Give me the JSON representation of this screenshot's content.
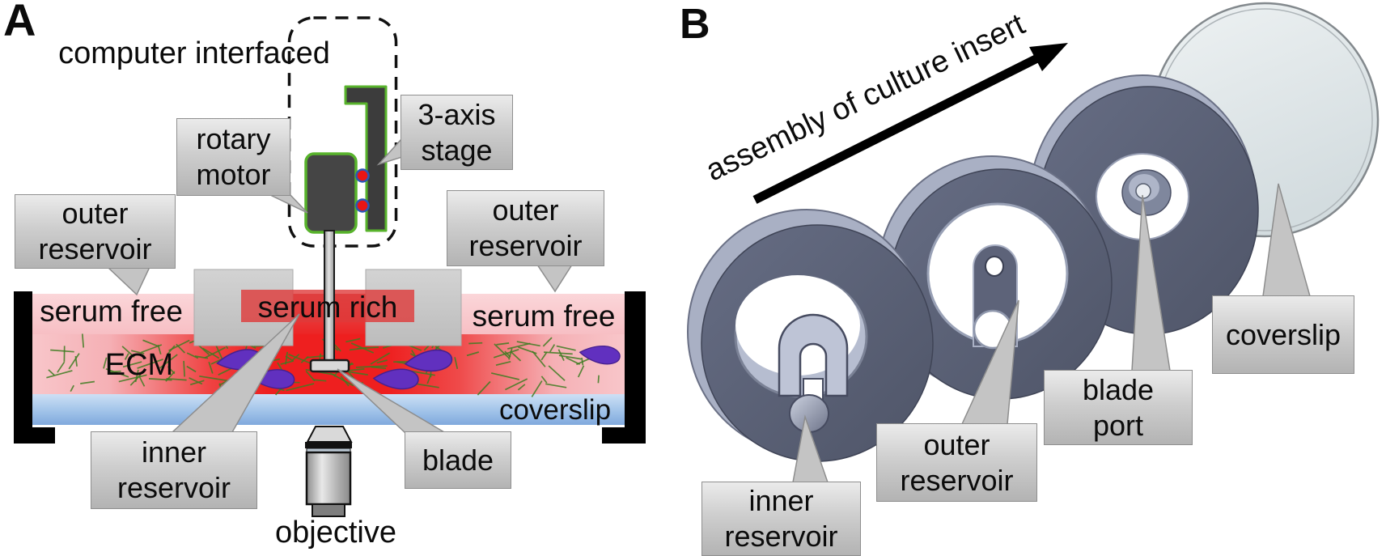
{
  "panel_a": {
    "panel_label": "A",
    "title": "computer interfaced",
    "labels": {
      "rotary_motor": {
        "line1": "rotary",
        "line2": "motor"
      },
      "three_axis_stage": {
        "line1": "3-axis",
        "line2": "stage"
      },
      "outer_reservoir_left": {
        "line1": "outer",
        "line2": "reservoir"
      },
      "outer_reservoir_right": {
        "line1": "outer",
        "line2": "reservoir"
      },
      "inner_reservoir": {
        "line1": "inner",
        "line2": "reservoir"
      },
      "blade": "blade",
      "objective": "objective"
    },
    "region_text": {
      "serum_free_left": "serum free",
      "serum_rich": "serum rich",
      "serum_free_right": "serum free",
      "ecm": "ECM",
      "coverslip": "coverslip"
    }
  },
  "panel_b": {
    "panel_label": "B",
    "arrow_label": "assembly of culture insert",
    "labels": {
      "inner_reservoir": {
        "line1": "inner",
        "line2": "reservoir"
      },
      "outer_reservoir": {
        "line1": "outer",
        "line2": "reservoir"
      },
      "blade_port": {
        "line1": "blade",
        "line2": "port"
      },
      "coverslip": "coverslip"
    }
  },
  "colors": {
    "serum_free_pink": "#f9c9cd",
    "serum_rich_red": "#ee2020",
    "coverslip_blue": "#9fc2e9",
    "ecm_fiber_green": "#3e7d22",
    "cell_purple": "#6130bf",
    "stage_outline_green": "#58b32c",
    "indicator_dot_red": "#ea1515",
    "indicator_ring_blue": "#2b57b5",
    "callout_gray": "#c9c9c9",
    "disc_slate": "#5a6076",
    "disc_highlight": "#a9b0c4"
  }
}
